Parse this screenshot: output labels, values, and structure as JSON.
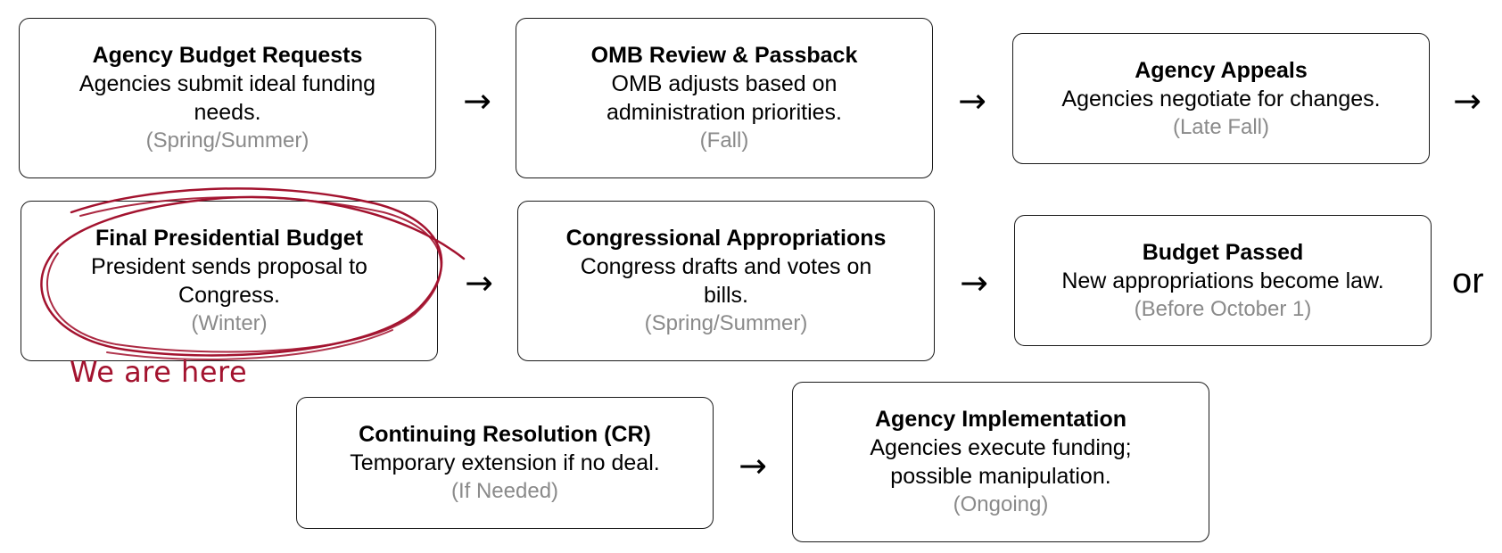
{
  "boxes": {
    "agency_budget_requests": {
      "title": "Agency Budget Requests",
      "desc": "Agencies submit ideal funding needs.",
      "time": "(Spring/Summer)"
    },
    "omb_review": {
      "title": "OMB Review & Passback",
      "desc": "OMB adjusts based on administration priorities.",
      "time": "(Fall)"
    },
    "agency_appeals": {
      "title": "Agency Appeals",
      "desc": "Agencies negotiate for changes.",
      "time": "(Late Fall)"
    },
    "final_presidential_budget": {
      "title": "Final Presidential Budget",
      "desc": "President sends proposal to Congress.",
      "time": "(Winter)"
    },
    "congressional_appropriations": {
      "title": "Congressional Appropriations",
      "desc": "Congress drafts and votes on bills.",
      "time": "(Spring/Summer)"
    },
    "budget_passed": {
      "title": "Budget Passed",
      "desc": "New appropriations become law.",
      "time": "(Before October 1)"
    },
    "continuing_resolution": {
      "title": "Continuing Resolution (CR)",
      "desc": "Temporary extension if no deal.",
      "time": "(If Needed)"
    },
    "agency_implementation": {
      "title": "Agency Implementation",
      "desc": "Agencies execute funding; possible manipulation.",
      "time": "(Ongoing)"
    }
  },
  "arrow_symbol": "→",
  "or_label": "or",
  "annotation": {
    "text": "We are here",
    "color": "#a3132f"
  }
}
